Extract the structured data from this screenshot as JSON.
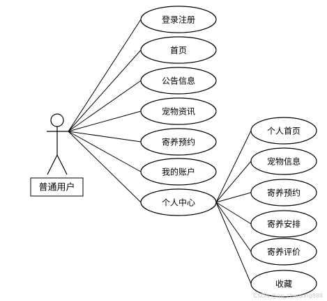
{
  "actor": {
    "label": "普通用户"
  },
  "main_use_cases": [
    {
      "id": "login-register",
      "label": "登录注册"
    },
    {
      "id": "home",
      "label": "首页"
    },
    {
      "id": "announcement",
      "label": "公告信息"
    },
    {
      "id": "pet-news",
      "label": "宠物资讯"
    },
    {
      "id": "boarding-booking",
      "label": "寄养预约"
    },
    {
      "id": "my-account",
      "label": "我的账户"
    },
    {
      "id": "personal-center",
      "label": "个人中心"
    }
  ],
  "sub_use_cases": [
    {
      "id": "personal-home",
      "label": "个人首页"
    },
    {
      "id": "pet-info",
      "label": "宠物信息"
    },
    {
      "id": "sub-boarding-booking",
      "label": "寄养预约"
    },
    {
      "id": "boarding-arrangement",
      "label": "寄养安排"
    },
    {
      "id": "boarding-review",
      "label": "寄养评价"
    },
    {
      "id": "favorites",
      "label": "收藏"
    }
  ],
  "watermark": "CSDN @qq_chenxing888",
  "colors": {
    "stroke": "#000000",
    "fill": "#ffffff",
    "text": "#000000",
    "watermark": "#c8c8c8"
  }
}
